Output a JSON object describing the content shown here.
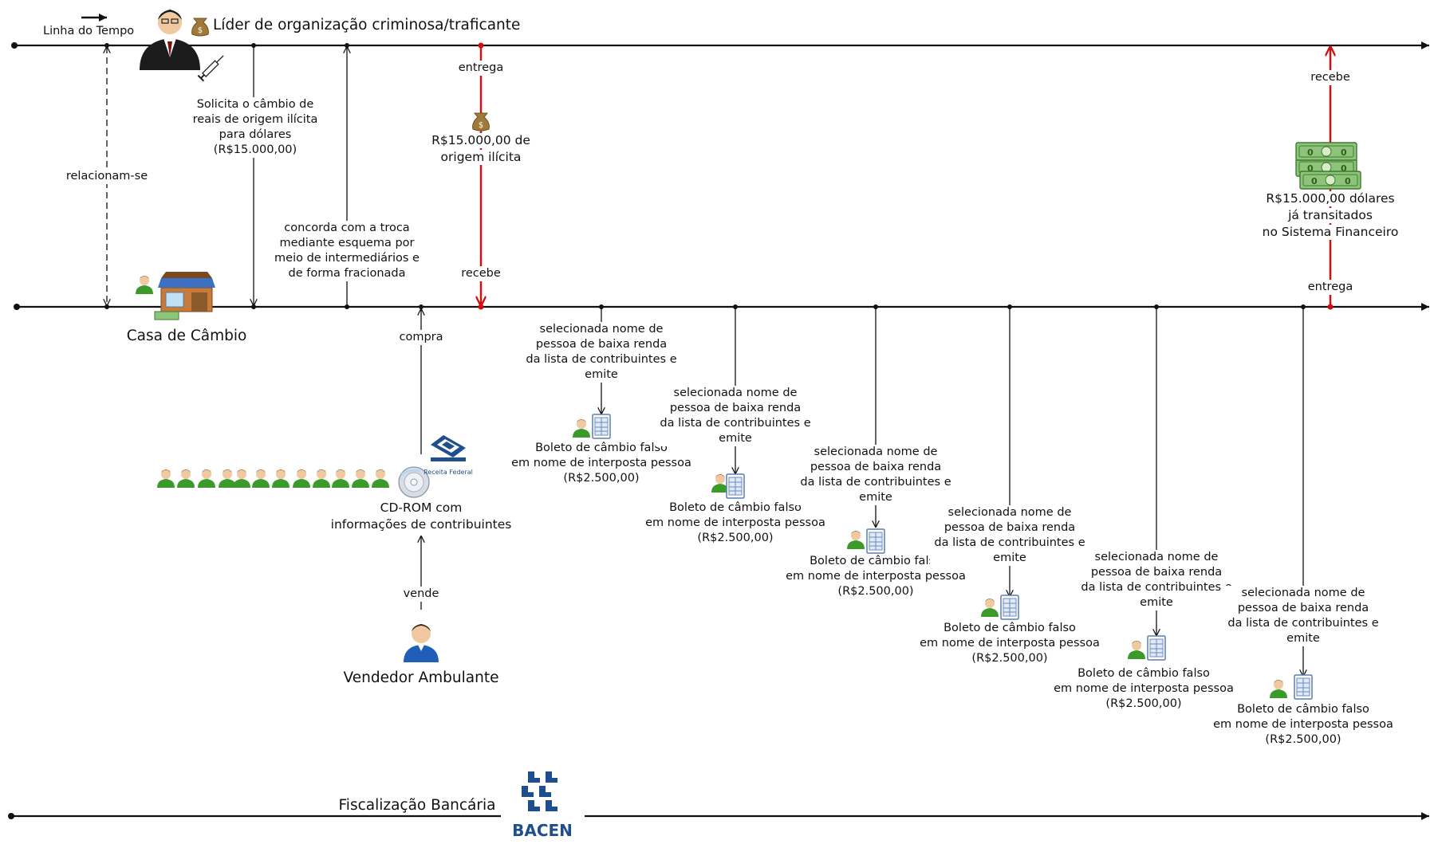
{
  "timeline": {
    "label": "Linha do Tempo"
  },
  "lanes": {
    "leader": "Líder de organização criminosa/traficante",
    "exchange": "Casa de Câmbio",
    "vendor": "Vendedor Ambulante",
    "bank": "Fiscalização Bancária"
  },
  "events": {
    "relate": "relacionam-se",
    "request": [
      "Solicita o câmbio de",
      "reais de origem ilícita",
      "para dólares",
      "(R$15.000,00)"
    ],
    "agree": [
      "concorda com a troca",
      "mediante esquema por",
      "meio de intermediários e",
      "de forma fracionada"
    ],
    "deliver": "entrega",
    "money": [
      "R$15.000,00 de",
      "origem ilícita"
    ],
    "receive": "recebe",
    "buy": "compra",
    "cdrom": [
      "CD-ROM com",
      "informações de contribuintes"
    ],
    "sell": "vende",
    "final_receive": "recebe",
    "final_money": [
      "R$15.000,00 dólares",
      "já transitados",
      "no Sistema Financeiro"
    ],
    "final_deliver": "entrega"
  },
  "boletos": [
    {
      "select": [
        "selecionada nome de",
        "pessoa de baixa renda",
        "da lista de contribuintes e",
        "emite"
      ],
      "boleto": [
        "Boleto de câmbio falso",
        "em nome de interposta pessoa",
        "(R$2.500,00)"
      ]
    },
    {
      "select": [
        "selecionada nome de",
        "pessoa de baixa renda",
        "da lista de contribuintes e",
        "emite"
      ],
      "boleto": [
        "Boleto de câmbio falso",
        "em nome de interposta pessoa",
        "(R$2.500,00)"
      ]
    },
    {
      "select": [
        "selecionada nome de",
        "pessoa de baixa renda",
        "da lista de contribuintes e",
        "emite"
      ],
      "boleto": [
        "Boleto de câmbio falso",
        "em nome de interposta pessoa",
        "(R$2.500,00)"
      ]
    },
    {
      "select": [
        "selecionada nome de",
        "pessoa de baixa renda",
        "da lista de contribuintes e",
        "emite"
      ],
      "boleto": [
        "Boleto de câmbio falso",
        "em nome de interposta pessoa",
        "(R$2.500,00)"
      ]
    },
    {
      "select": [
        "selecionada nome de",
        "pessoa de baixa renda",
        "da lista de contribuintes e",
        "emite"
      ],
      "boleto": [
        "Boleto de câmbio falso",
        "em nome de interposta pessoa",
        "(R$2.500,00)"
      ]
    },
    {
      "select": [
        "selecionada nome de",
        "pessoa de baixa renda",
        "da lista de contribuintes e",
        "emite"
      ],
      "boleto": [
        "Boleto de câmbio falso",
        "em nome de interposta pessoa",
        "(R$2.500,00)"
      ]
    }
  ],
  "logos": {
    "bacen": "BACEN",
    "receita": "Receita Federal"
  },
  "colors": {
    "line": "#111111",
    "red": "#d01010",
    "navy": "#1f4e8c",
    "green": "#3a9a2a",
    "skin": "#f0c9a0"
  },
  "icons": [
    "businessman-icon",
    "money-bag-icon",
    "syringe-icon",
    "shop-icon",
    "person-icon",
    "document-icon",
    "cd-rom-icon",
    "dollar-bills-icon",
    "bacen-logo"
  ]
}
